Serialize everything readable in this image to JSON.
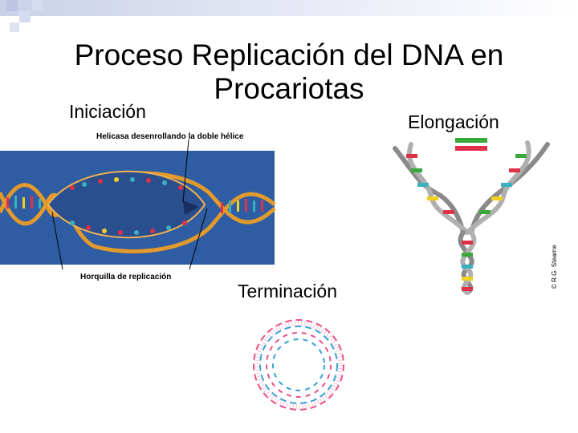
{
  "slide": {
    "title_line1": "Proceso  Replicación  del DNA en",
    "title_line2": "Procariotas",
    "label_initiation": "Iniciación",
    "label_elongation": "Elongación",
    "label_termination": "Terminación"
  },
  "figures": {
    "initiation": {
      "annotation_top": "Helicasa desenrollando la doble hélice",
      "annotation_bottom": "Horquilla de replicación"
    },
    "elongation": {
      "credit": "© R.G. Stearne"
    }
  },
  "colors": {
    "accent": "#c5cde6",
    "panel_blue": "#2e5da3",
    "strand_orange": "#e39a2b",
    "base_red": "#e0304a",
    "base_teal": "#3ab0c0",
    "base_green": "#3aa83a",
    "base_yellow": "#f0d020",
    "circle_pink": "#e8508a",
    "circle_blue": "#3aa0d8"
  }
}
